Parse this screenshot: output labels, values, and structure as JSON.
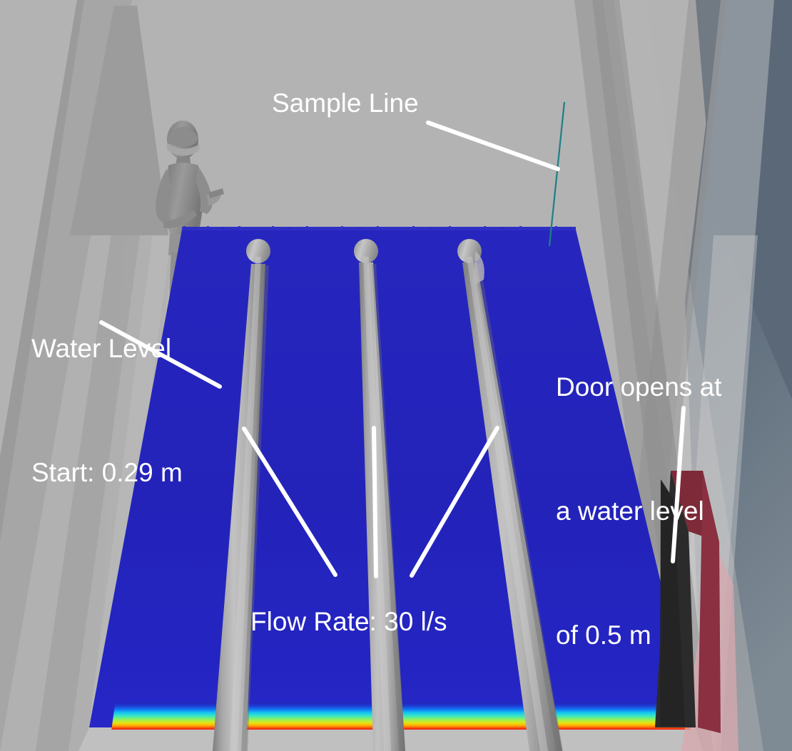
{
  "scene": {
    "type": "cfd-3d-visualization",
    "description": "3D CFD simulation of a flooding corridor with three cylindrical columns, a water free surface and a door",
    "background_color": "#b3b3b3",
    "outside_wall_color": "#5d6b7a",
    "water_color": "#2222bb",
    "sample_line_color": "#1f7f86",
    "door_face_color": "#2b2b2b",
    "door_edge_color": "#8a3040",
    "annotation_color": "#ffffff",
    "human_color": "#8f8f8f"
  },
  "annotations": {
    "sample_line": {
      "label": "Sample Line",
      "name": "sample-line-annotation"
    },
    "water_level": {
      "line1": "Water Level",
      "line2": "Start: 0.29 m",
      "value": "0.29",
      "unit": "m",
      "name": "water-level-annotation"
    },
    "door": {
      "line1": "Door opens at",
      "line2": "a water level",
      "line3": "of 0.5 m",
      "value": "0.5",
      "unit": "m",
      "name": "door-annotation"
    },
    "flow_rate": {
      "label": "Flow Rate: 30 l/s",
      "value": "30",
      "unit": "l/s",
      "name": "flow-rate-annotation"
    }
  },
  "chart_data": {
    "type": "heatmap",
    "title": "Water velocity field in flooded corridor",
    "colormap": "rainbow (jet)",
    "colormap_stops": [
      "#2222bb",
      "#0d4ddd",
      "#00a0ff",
      "#22e0e0",
      "#55ee88",
      "#c8f020",
      "#ffd000",
      "#ff8000",
      "#f02000",
      "#d81010"
    ],
    "annotations": [
      {
        "label": "Water Level Start",
        "value": 0.29,
        "unit": "m"
      },
      {
        "label": "Door opening water level",
        "value": 0.5,
        "unit": "m"
      },
      {
        "label": "Flow Rate",
        "value": 30,
        "unit": "l/s"
      },
      {
        "label": "Sample Line",
        "value": null,
        "unit": ""
      }
    ],
    "geometry": {
      "columns": 3,
      "doors": 1,
      "humans": 1
    }
  }
}
